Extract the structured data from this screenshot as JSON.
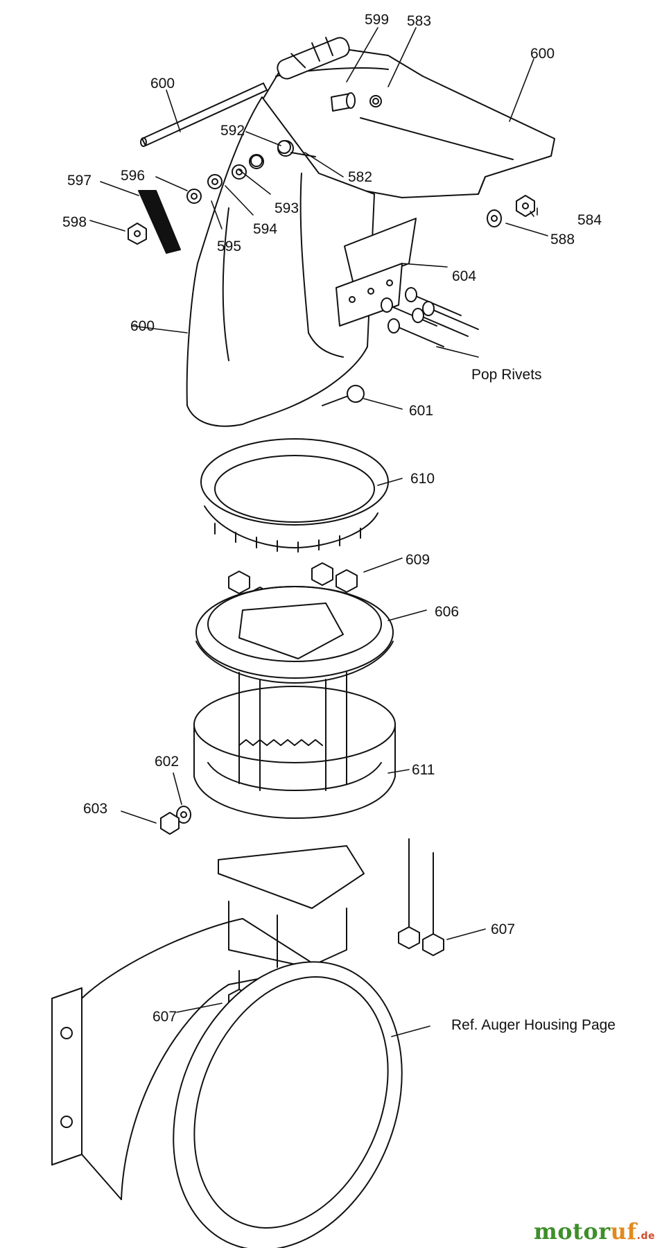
{
  "labels": {
    "p599": "599",
    "p583": "583",
    "p600_top_right": "600",
    "p600_rod": "600",
    "p592": "592",
    "p582": "582",
    "p597": "597",
    "p596": "596",
    "p593": "593",
    "p584": "584",
    "p598": "598",
    "p594": "594",
    "p588": "588",
    "p595": "595",
    "p604": "604",
    "p600_chute": "600",
    "pop_rivets": "Pop Rivets",
    "p601": "601",
    "p610": "610",
    "p609": "609",
    "p606": "606",
    "p611": "611",
    "p602": "602",
    "p603": "603",
    "p607_right": "607",
    "p607_left": "607",
    "ref_auger": "Ref. Auger Housing Page"
  },
  "watermark": {
    "part1": "motor",
    "part2": "uf",
    "suffix": ".de",
    "colors": {
      "part1": "#3e8e2a",
      "part2": "#e08a1e",
      "suffix": "#d14a2a"
    }
  }
}
